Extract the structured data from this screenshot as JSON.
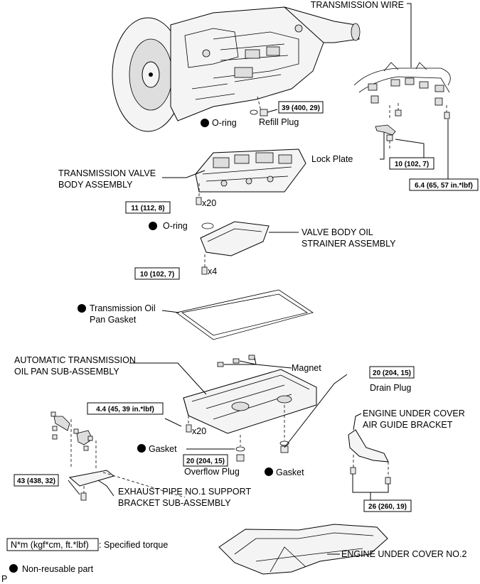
{
  "labels": {
    "transmission_wire": "TRANSMISSION WIRE",
    "o_ring_top": "O-ring",
    "refill_plug": "Refill Plug",
    "lock_plate": "Lock Plate",
    "valve_body_line1": "TRANSMISSION VALVE",
    "valve_body_line2": "BODY ASSEMBLY",
    "o_ring_mid": "O-ring",
    "strainer_line1": "VALVE BODY OIL",
    "strainer_line2": "STRAINER ASSEMBLY",
    "gasket_line1": "Transmission Oil",
    "gasket_line2": "Pan Gasket",
    "oil_pan_line1": "AUTOMATIC TRANSMISSION",
    "oil_pan_line2": "OIL PAN SUB-ASSEMBLY",
    "magnet": "Magnet",
    "drain_plug": "Drain Plug",
    "gasket_left": "Gasket",
    "overflow_plug": "Overflow Plug",
    "gasket_right": "Gasket",
    "air_guide_line1": "ENGINE UNDER COVER",
    "air_guide_line2": "AIR GUIDE BRACKET",
    "exhaust_line1": "EXHAUST PIPE NO.1 SUPPORT",
    "exhaust_line2": "BRACKET SUB-ASSEMBLY",
    "under_cover": "ENGINE UNDER COVER NO.2",
    "qty_x20_top": "x20",
    "qty_x4": "x4",
    "qty_x20_pan": "x20",
    "page_marker": "P"
  },
  "torques": {
    "refill": "39 (400, 29)",
    "lock_plate": "10 (102, 7)",
    "wire": "6.4 (65, 57 in.*lbf)",
    "valve_body": "11 (112, 8)",
    "strainer": "10 (102, 7)",
    "oil_pan": "4.4 (45, 39 in.*lbf)",
    "drain": "20 (204, 15)",
    "overflow": "20 (204, 15)",
    "exhaust": "43 (438, 32)",
    "air_guide": "26 (260, 19)"
  },
  "legend": {
    "torque_key": "N*m (kgf*cm, ft.*lbf)",
    "torque_desc": ": Specified torque",
    "non_reusable": "Non-reusable part"
  }
}
